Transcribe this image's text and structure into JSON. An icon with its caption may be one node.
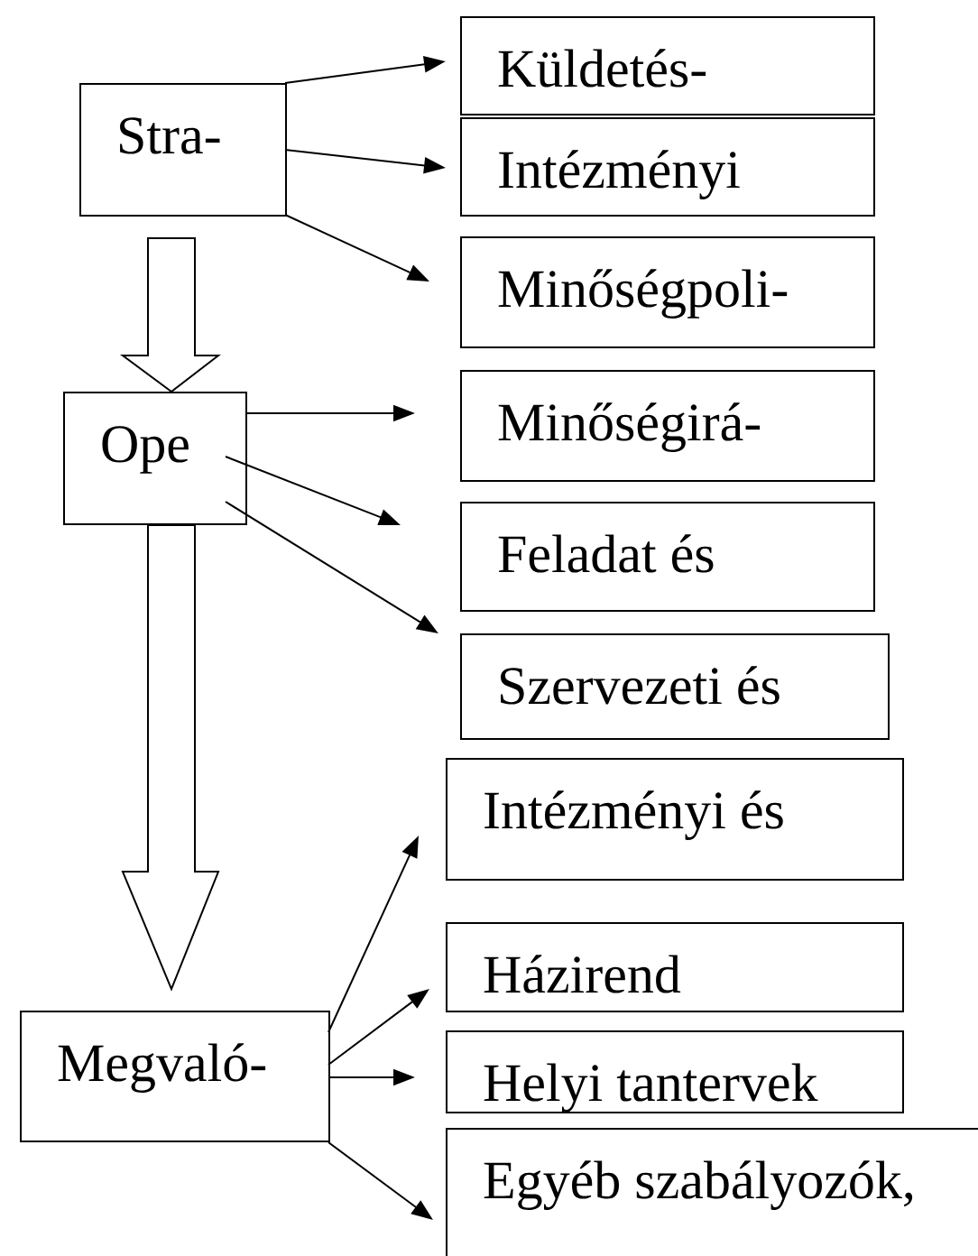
{
  "diagram": {
    "nodes": [
      {
        "text": [
          "Stra-"
        ]
      },
      {
        "text": [
          "Küldetés-"
        ]
      },
      {
        "text": [
          "Intézményi"
        ]
      },
      {
        "text": [
          "Minőségpoli-"
        ]
      },
      {
        "text": [
          "Ope"
        ]
      },
      {
        "text": [
          "Minőségirá-"
        ]
      },
      {
        "text": [
          "Feladat és"
        ]
      },
      {
        "text": [
          "Szervezeti és"
        ]
      },
      {
        "text": [
          "Intézményi és"
        ]
      },
      {
        "text": [
          "Házirend"
        ]
      },
      {
        "text": [
          "Helyi tantervek"
        ]
      },
      {
        "text": [
          "Egyéb szabályozók,"
        ]
      },
      {
        "text": [
          "Megvaló-"
        ]
      }
    ],
    "edges": [
      {
        "from": 0,
        "to": 1,
        "arrow": "to"
      },
      {
        "from": 0,
        "to": 2,
        "arrow": "to"
      },
      {
        "from": 0,
        "to": 3,
        "arrow": "to"
      },
      {
        "from": 0,
        "to": 4,
        "arrow": "to",
        "style": "thick"
      },
      {
        "from": 4,
        "to": 5,
        "arrow": "to"
      },
      {
        "from": 4,
        "to": 6,
        "arrow": "to"
      },
      {
        "from": 4,
        "to": 7,
        "arrow": "to"
      },
      {
        "from": 4,
        "to": 12,
        "arrow": "to",
        "style": "thick"
      },
      {
        "from": 12,
        "to": 8,
        "arrow": "to"
      },
      {
        "from": 12,
        "to": 9,
        "arrow": "to"
      },
      {
        "from": 12,
        "to": 10,
        "arrow": "to"
      },
      {
        "from": 12,
        "to": 11,
        "arrow": "to"
      }
    ]
  }
}
